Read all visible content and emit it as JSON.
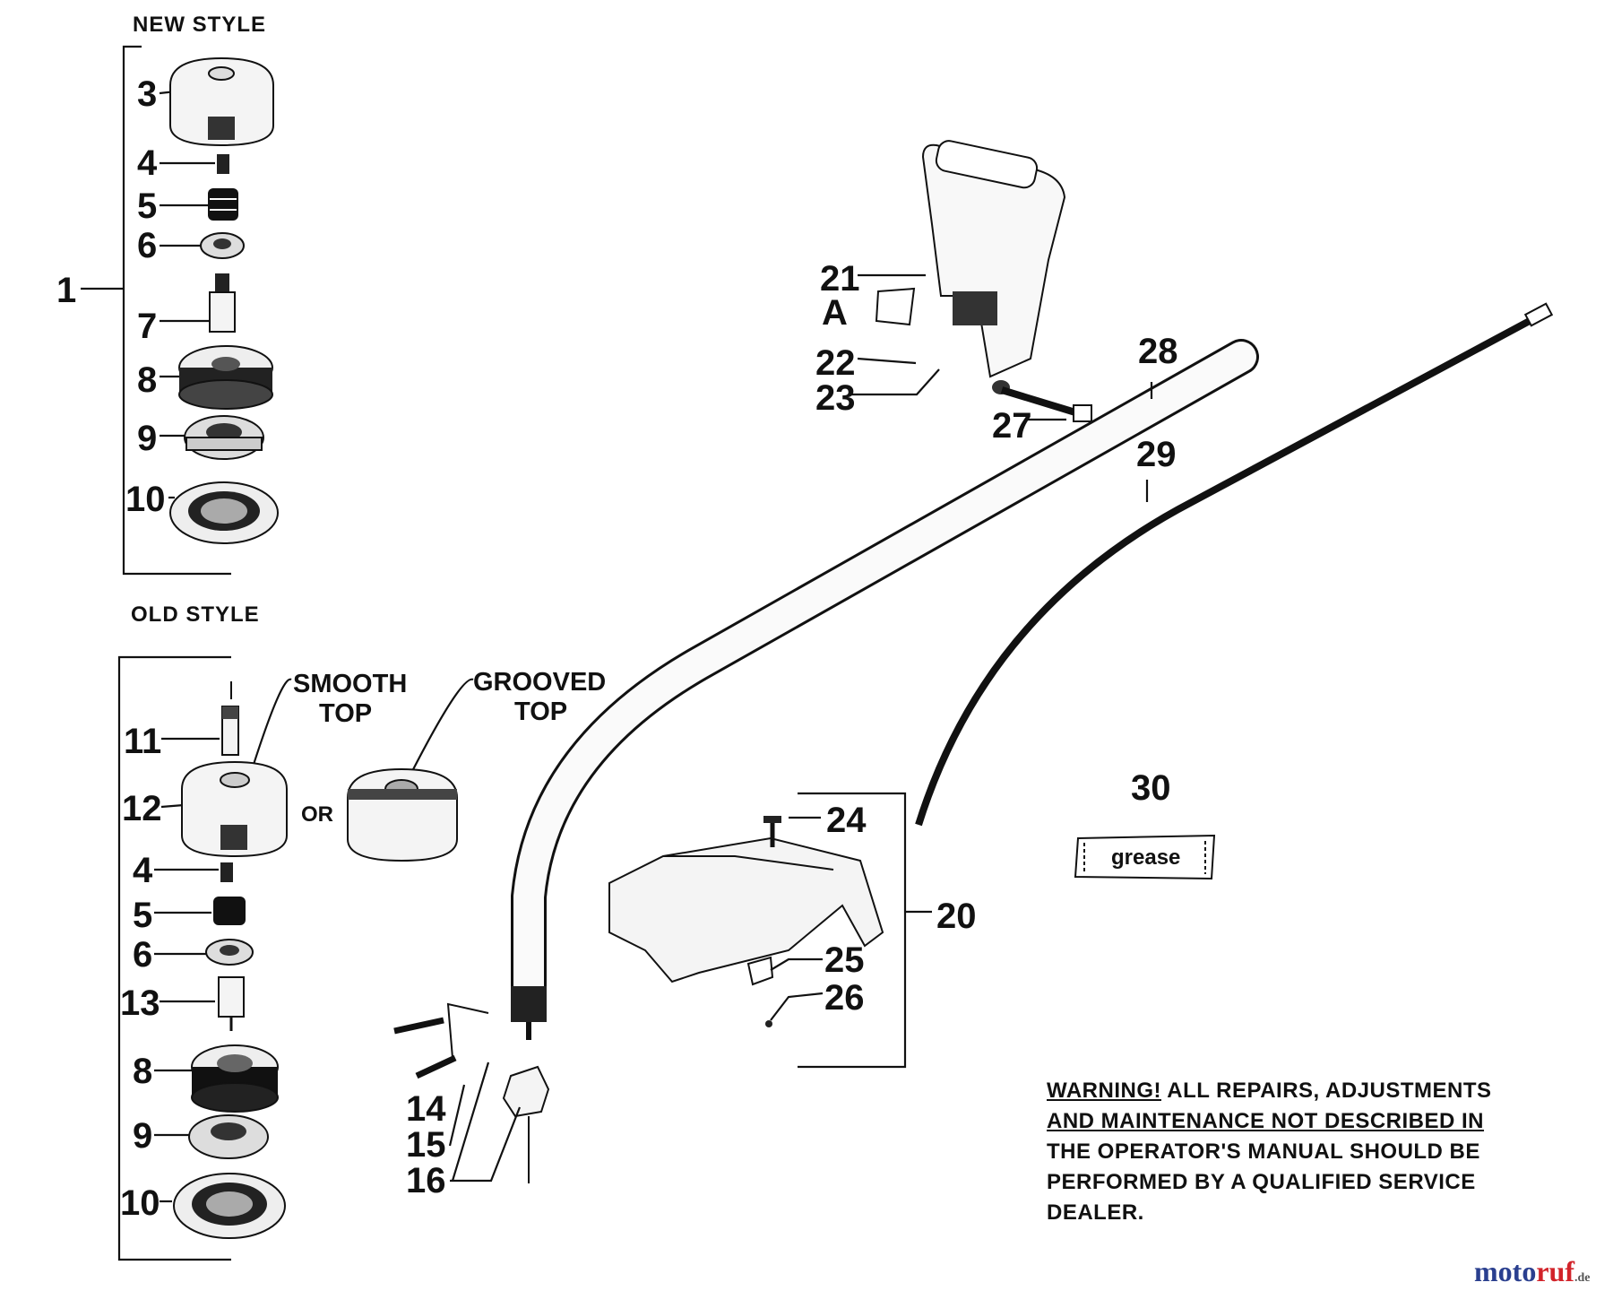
{
  "headings": {
    "new_style": "NEW STYLE",
    "old_style": "OLD STYLE"
  },
  "labels": {
    "smooth": "SMOOTH",
    "top": "TOP",
    "grooved": "GROOVED",
    "or": "OR",
    "grease": "grease"
  },
  "callouts": {
    "n1": "1",
    "n3": "3",
    "n4a": "4",
    "n5a": "5",
    "n6a": "6",
    "n7": "7",
    "n8a": "8",
    "n9a": "9",
    "n10a": "10",
    "n11": "11",
    "n12": "12",
    "n4b": "4",
    "n5b": "5",
    "n6b": "6",
    "n13": "13",
    "n8b": "8",
    "n9b": "9",
    "n10b": "10",
    "n14": "14",
    "n15": "15",
    "n16": "16",
    "n20": "20",
    "n21": "21",
    "nA": "A",
    "n22": "22",
    "n23": "23",
    "n24": "24",
    "n25": "25",
    "n26": "26",
    "n27": "27",
    "n28": "28",
    "n29": "29",
    "n30": "30"
  },
  "warning": {
    "line1_a": "WARNING!",
    "line1_b": " ALL REPAIRS, ADJUSTMENTS",
    "line2": "AND MAINTENANCE NOT DESCRIBED IN",
    "line3": "THE OPERATOR'S MANUAL SHOULD BE",
    "line4": "PERFORMED BY A QUALIFIED SERVICE",
    "line5": "DEALER."
  },
  "brand": {
    "name_a": "moto",
    "name_b": "ruf",
    "suffix": ".de"
  },
  "colors": {
    "ink": "#111111",
    "brand_a": "#2a3f8f",
    "brand_b": "#d2232a"
  }
}
